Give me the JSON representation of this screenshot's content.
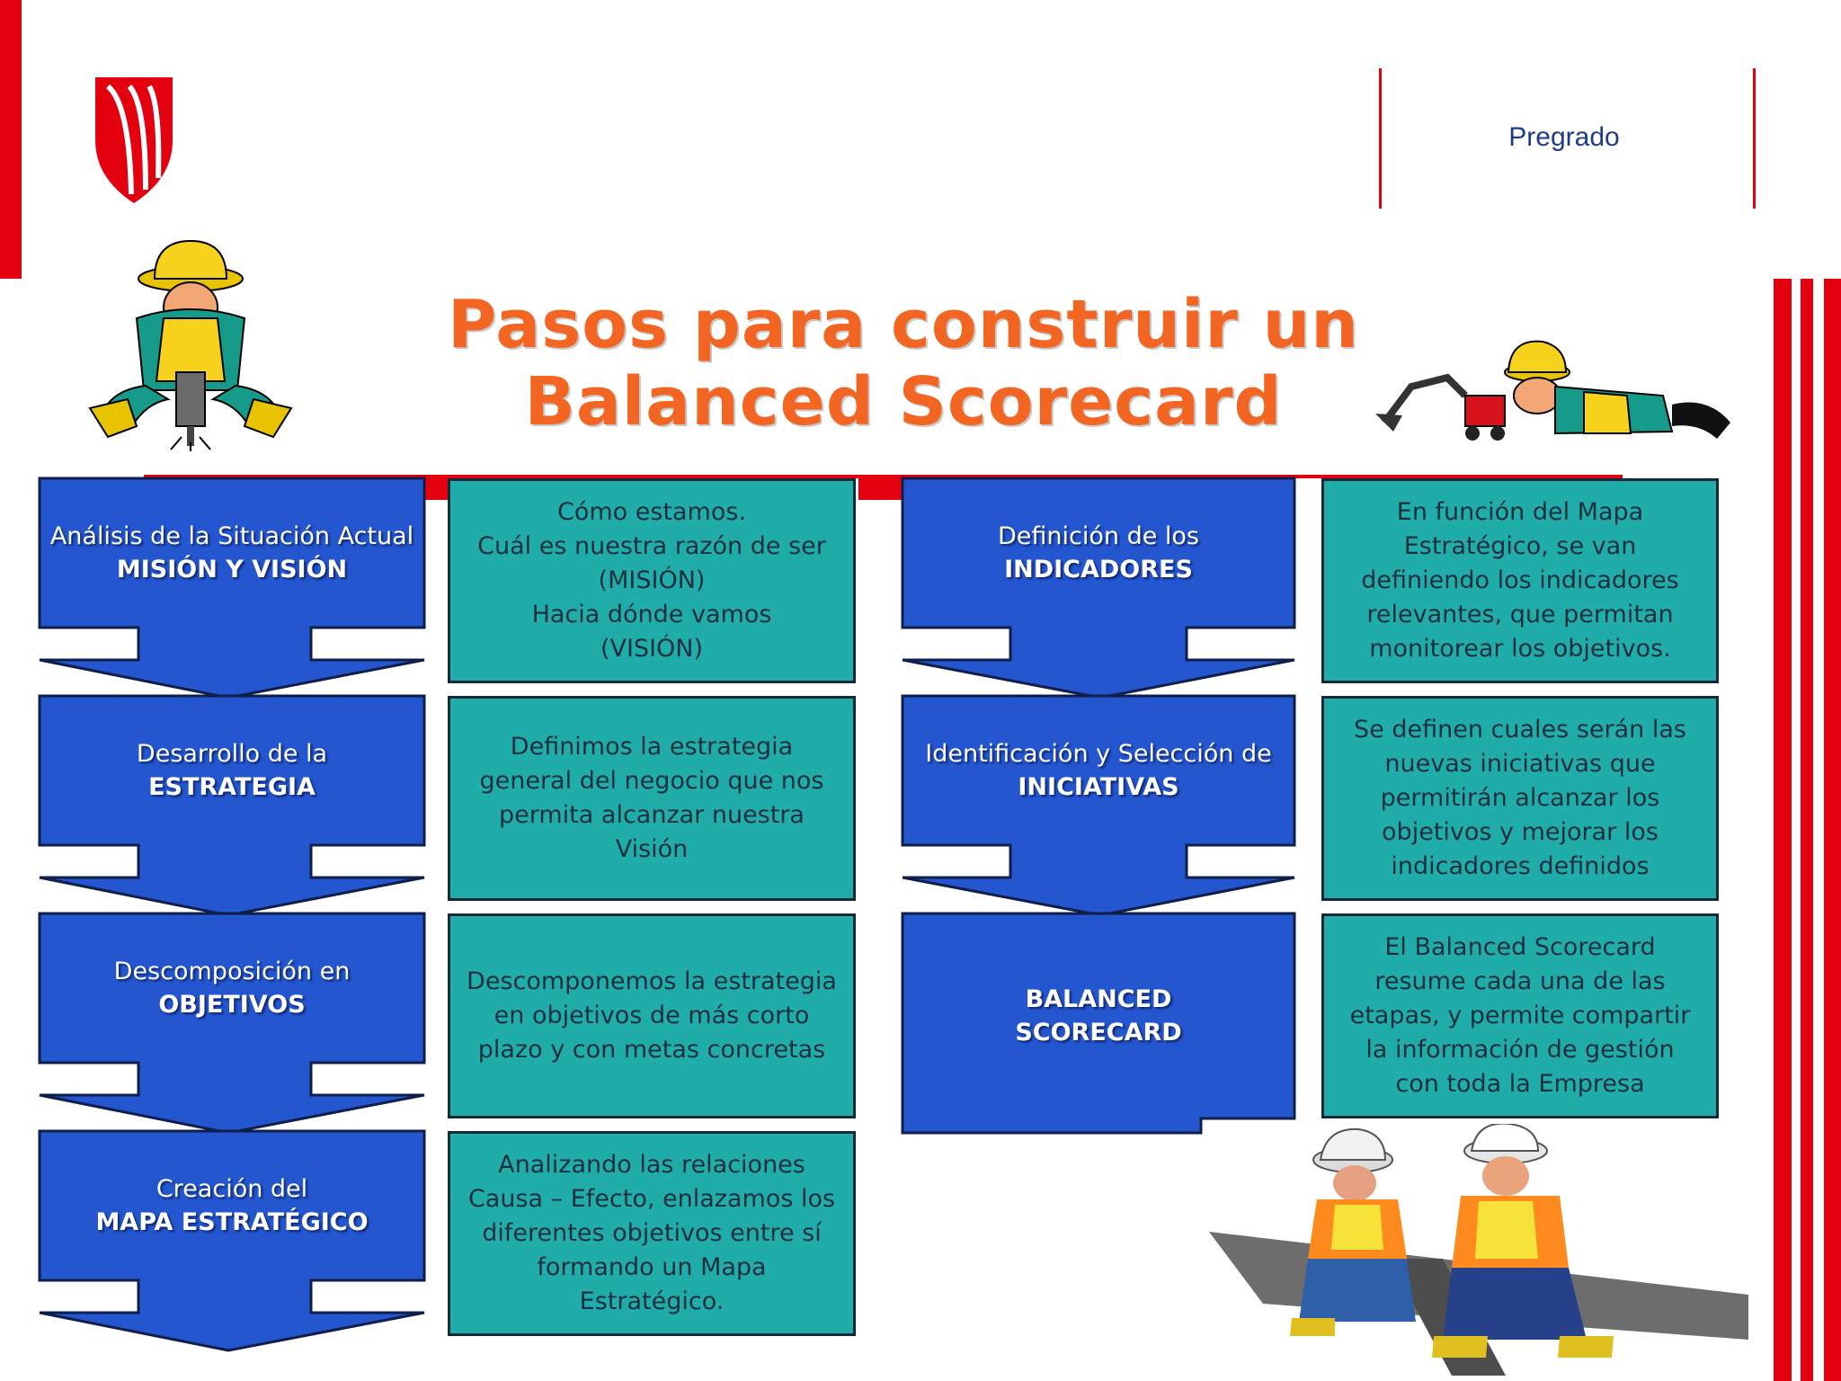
{
  "header": {
    "label": "Pregrado"
  },
  "title": "Pasos para construir un Balanced Scorecard",
  "steps_left": [
    {
      "line1": "Análisis de la Situación Actual",
      "line2": "MISIÓN Y VISIÓN",
      "desc": "Cómo estamos.\nCuál es nuestra razón de ser (MISIÓN)\nHacia dónde vamos\n(VISIÓN)"
    },
    {
      "line1": "Desarrollo de la",
      "line2": "ESTRATEGIA",
      "desc": "Definimos la estrategia general del negocio que nos permita alcanzar nuestra Visión"
    },
    {
      "line1": "Descomposición en",
      "line2": "OBJETIVOS",
      "desc": "Descomponemos la estrategia en objetivos de más corto plazo y con metas concretas"
    },
    {
      "line1": "Creación del",
      "line2": "MAPA ESTRATÉGICO",
      "desc": "Analizando las relaciones Causa – Efecto, enlazamos los diferentes objetivos entre sí formando un Mapa Estratégico."
    }
  ],
  "steps_right": [
    {
      "line1": "Definición de los",
      "line2": "INDICADORES",
      "desc": "En función del Mapa Estratégico, se van definiendo los indicadores relevantes, que permitan monitorear los objetivos."
    },
    {
      "line1": "Identificación y Selección de",
      "line2": "INICIATIVAS",
      "desc": "Se definen cuales serán las nuevas iniciativas que permitirán alcanzar los objetivos y mejorar los indicadores definidos"
    },
    {
      "line1": "BALANCED",
      "line2": "SCORECARD",
      "desc": "El Balanced Scorecard resume cada una de las etapas, y permite compartir la información de gestión con toda la Empresa"
    }
  ],
  "colors": {
    "accent_red": "#e3000f",
    "title_orange": "#f26522",
    "step_blue": "#2356cf",
    "desc_teal": "#20ada9"
  }
}
